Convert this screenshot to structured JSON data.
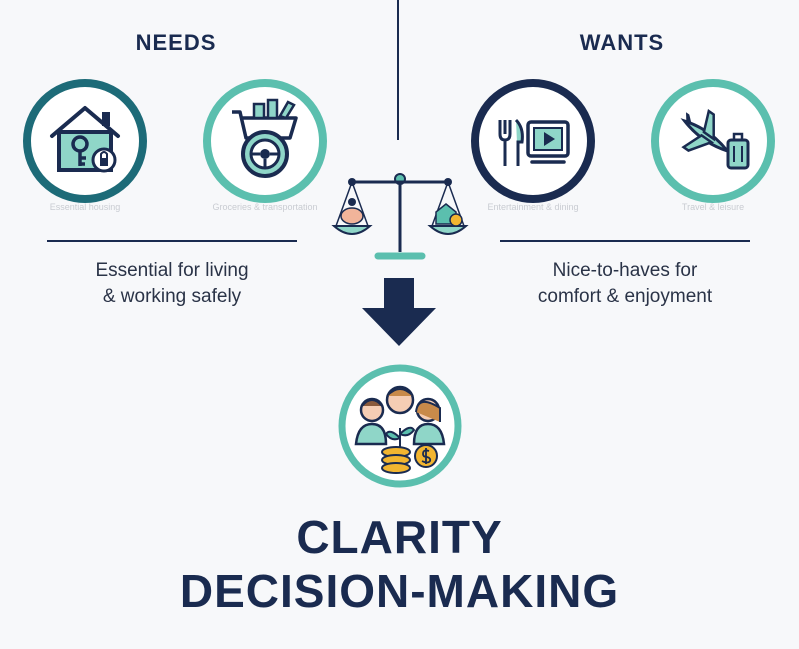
{
  "colors": {
    "navy": "#1a2b50",
    "teal": "#5bbfae",
    "dark_teal": "#1d6b78",
    "text": "#2a3347",
    "bg": "#f7f8fa"
  },
  "needs": {
    "heading": "NEEDS",
    "description_line1": "Essential for living",
    "description_line2": "& working safely",
    "icons": [
      {
        "icon": "house-with-key-icon",
        "label": "Essential housing"
      },
      {
        "icon": "shopping-cart-steering-wheel-icon",
        "label": "Groceries & transportation"
      }
    ]
  },
  "wants": {
    "heading": "WANTS",
    "description_line1": "Nice-to-haves for",
    "description_line2": "comfort & enjoyment",
    "icons": [
      {
        "icon": "dining-entertainment-icon",
        "label": "Entertainment & dining"
      },
      {
        "icon": "airplane-luggage-icon",
        "label": "Travel & leisure"
      }
    ]
  },
  "center": {
    "scale_icon": "balance-scale-icon",
    "arrow_icon": "down-arrow-icon",
    "result_icon": "family-growth-icon"
  },
  "title": {
    "line1": "CLARITY",
    "line2": "DECISION-MAKING"
  }
}
